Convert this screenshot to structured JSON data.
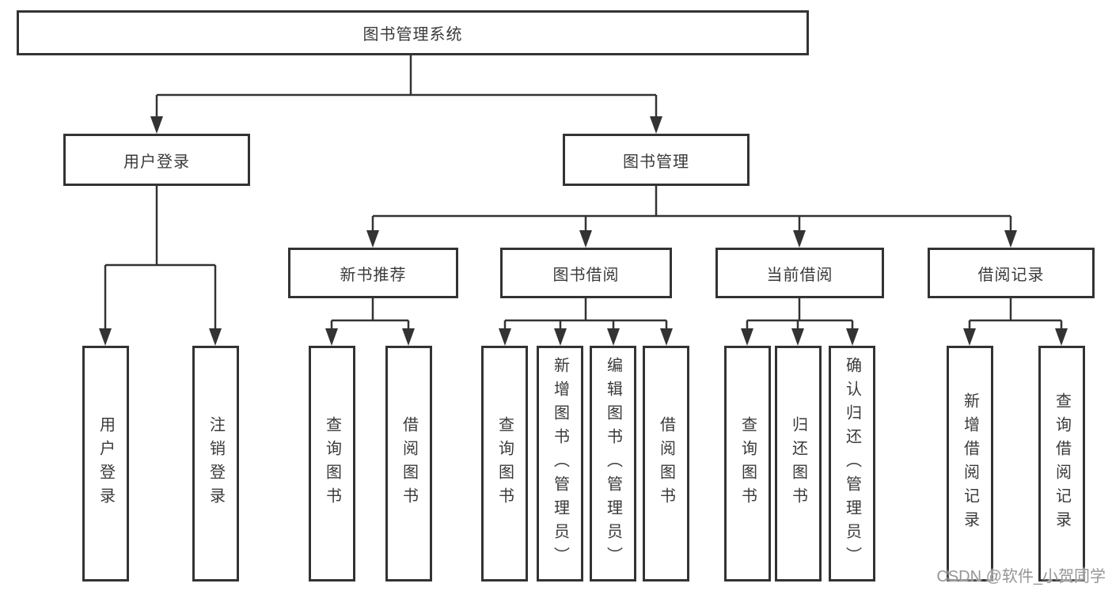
{
  "diagram": {
    "root": {
      "label": "图书管理系统"
    },
    "user_login": {
      "label": "用户登录",
      "children": [
        {
          "label": "用户登录"
        },
        {
          "label": "注销登录"
        }
      ]
    },
    "book_management": {
      "label": "图书管理",
      "modules": [
        {
          "label": "新书推荐",
          "children": [
            {
              "label": "查询图书"
            },
            {
              "label": "借阅图书"
            }
          ]
        },
        {
          "label": "图书借阅",
          "children": [
            {
              "label": "查询图书"
            },
            {
              "label": "新增图书（管理员）"
            },
            {
              "label": "编辑图书（管理员）"
            },
            {
              "label": "借阅图书"
            }
          ]
        },
        {
          "label": "当前借阅",
          "children": [
            {
              "label": "查询图书"
            },
            {
              "label": "归还图书"
            },
            {
              "label": "确认归还（管理员）"
            }
          ]
        },
        {
          "label": "借阅记录",
          "children": [
            {
              "label": "新增借阅记录"
            },
            {
              "label": "查询借阅记录"
            }
          ]
        }
      ]
    }
  },
  "watermark": {
    "text": "CSDN @软件_小贺同学"
  },
  "colors": {
    "line": "#333333",
    "border": "#333333",
    "text": "#3a3a3a",
    "watermark": "#969696",
    "background": "#ffffff"
  }
}
